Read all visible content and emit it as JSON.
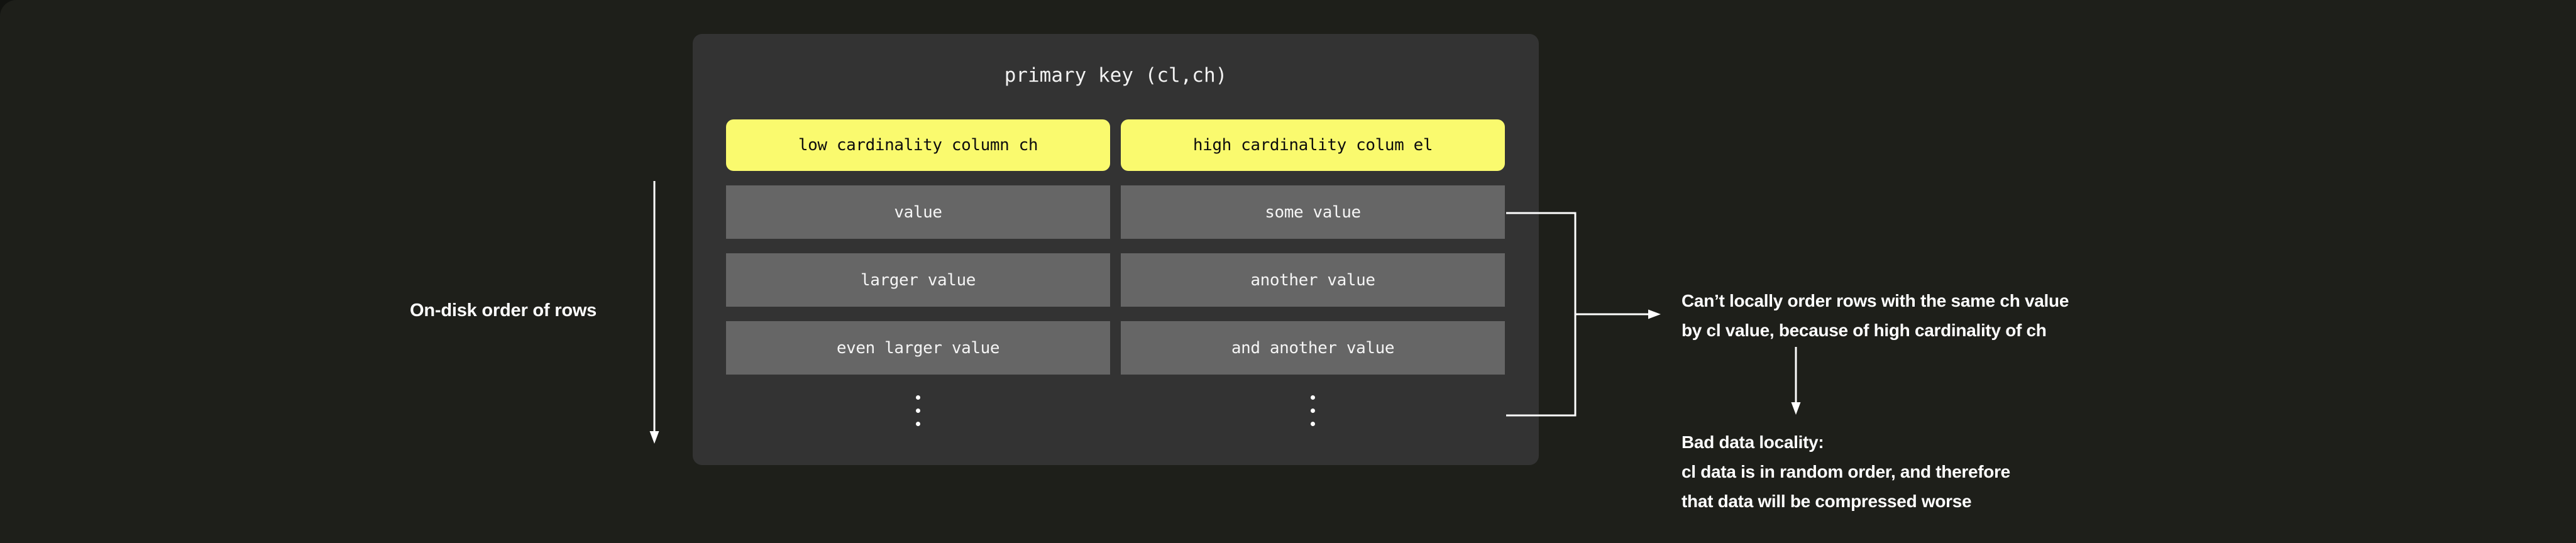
{
  "canvas": {
    "background_color": "#1E1F1A",
    "panel_color": "#333333",
    "highlight_color": "#FAFA6E",
    "cell_color": "#666666",
    "text_color": "#FFFFFF"
  },
  "left_annotation": {
    "label": "On-disk order of rows",
    "arrow": "down-arrow"
  },
  "panel": {
    "title": "primary key (cl,ch)",
    "columns": [
      {
        "header": "low cardinality column ch",
        "cells": [
          "value",
          "larger value",
          "even larger value"
        ],
        "continuation": "vertical-ellipsis"
      },
      {
        "header": "high cardinality colum el",
        "cells": [
          "some value",
          "another value",
          "and another value"
        ],
        "continuation": "vertical-ellipsis"
      }
    ]
  },
  "notes": {
    "top": {
      "lines": [
        "Can’t locally order rows with the same ch value",
        "by cl value, because of high cardinality of ch"
      ]
    },
    "bottom": {
      "lines": [
        "Bad data locality:",
        "cl data is in random order, and therefore",
        "that data will be compressed worse"
      ]
    }
  }
}
